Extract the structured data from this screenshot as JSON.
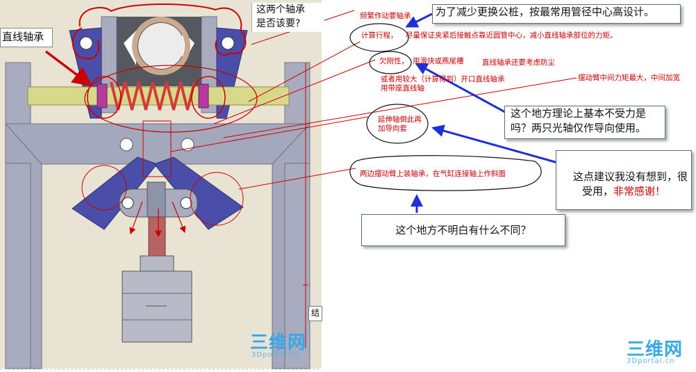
{
  "labels": {
    "linear_bearing": "直线轴承",
    "two_bearings_question": "这两个轴承\n是否该要?",
    "frequent_action": "频繁作动要轴承",
    "design_basis": "为了减少更换公桩，按最常用管径中心高设计。",
    "calc_stroke": "计算行程，",
    "clamp_note": "尽量保证夹紧后接触点靠近圆管中心，减小直线轴承部位的力矩。",
    "lack_rigidity": "欠刚性，",
    "slider_note": "用滑块或燕尾槽",
    "dustproof_note": "直线轴承还要考虑防尘",
    "open_bearing_note": "或者用较大（计算得到）开口直线轴承",
    "seat_bearing_note": "用带座直线轴",
    "swing_arm_note": "摆动臂中间力矩最大，中间加宽",
    "extend_shaft_note": "延伸轴倒此再\n加导向套",
    "theory_question": "这个地方理论上基本不受力是\n吗？两只光轴仅作导向使用。",
    "swing_bearing_note": "两边摆动臂上装轴承，在气缸连接轴上作斜面",
    "thanks_note_prefix": "这点建议我没有想到，很\n受用，",
    "thanks_note_emphasis": "非常感谢！",
    "unclear_note": "这个地方不明白有什么不同？",
    "cad_edge_label": "结"
  },
  "watermark": {
    "brand": "三维网",
    "domain": "3Dportal.cn"
  },
  "colors": {
    "annotation_red": "#cc0000",
    "arrow_blue": "#1f2fd6",
    "callout_border": "#5c6b86",
    "frame_gray": "#a4a8bc",
    "arm_blue": "#4a4ea8",
    "spring_red": "#d43a3a",
    "shaft_yellow": "#d8d88a",
    "watermark_blue": "#39a8e6",
    "cad_background": "#e9e3d3"
  }
}
